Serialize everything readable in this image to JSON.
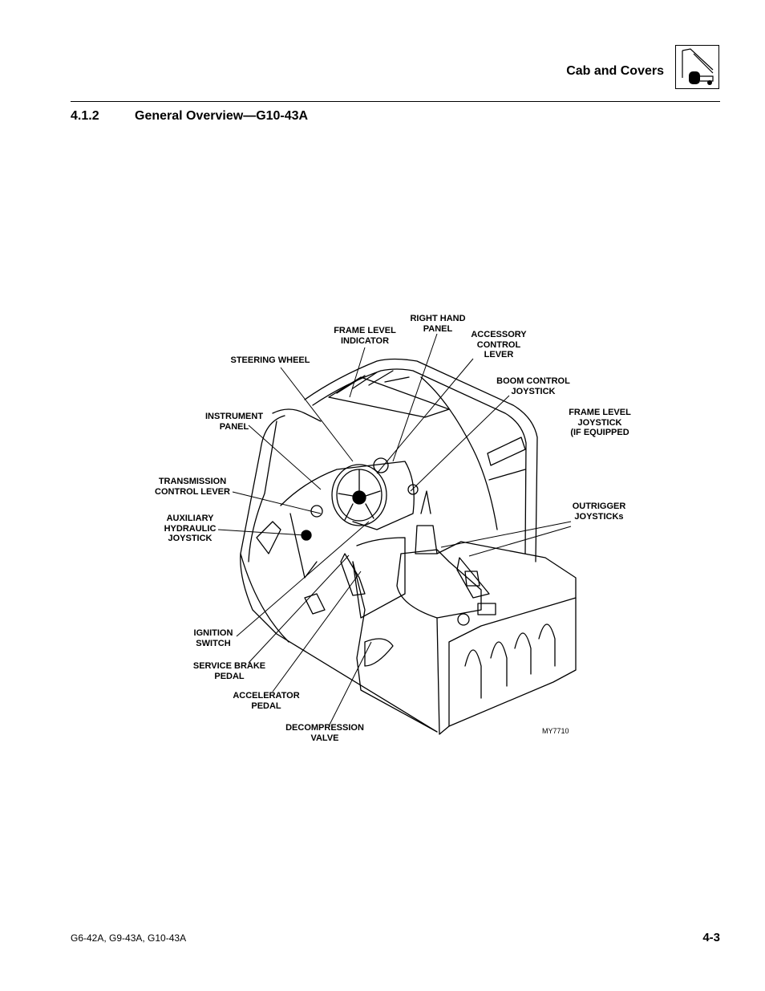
{
  "header": {
    "section_name": "Cab and Covers",
    "icon": "telehandler-icon"
  },
  "section": {
    "number": "4.1.2",
    "title": "General Overview—G10-43A"
  },
  "figure": {
    "id": "MY7710",
    "labels": {
      "right_hand_panel": [
        "RIGHT HAND",
        "PANEL"
      ],
      "frame_level_indicator": [
        "FRAME LEVEL",
        "INDICATOR"
      ],
      "accessory_control_lever": [
        "ACCESSORY",
        "CONTROL",
        "LEVER"
      ],
      "steering_wheel": [
        "STEERING WHEEL"
      ],
      "boom_control_joystick": [
        "BOOM CONTROL",
        "JOYSTICK"
      ],
      "instrument_panel": [
        "INSTRUMENT",
        "PANEL"
      ],
      "frame_level_joystick": [
        "FRAME LEVEL",
        "JOYSTICK",
        "(IF EQUIPPED"
      ],
      "transmission_control_lever": [
        "TRANSMISSION",
        "CONTROL LEVER"
      ],
      "outrigger_joysticks": [
        "OUTRIGGER",
        "JOYSTICKs"
      ],
      "auxiliary_hydraulic_joystick": [
        "AUXILIARY",
        "HYDRAULIC",
        "JOYSTICK"
      ],
      "ignition_switch": [
        "IGNITION",
        "SWITCH"
      ],
      "service_brake_pedal": [
        "SERVICE BRAKE",
        "PEDAL"
      ],
      "accelerator_pedal": [
        "ACCELERATOR",
        "PEDAL"
      ],
      "decompression_valve": [
        "DECOMPRESSION",
        "VALVE"
      ]
    }
  },
  "footer": {
    "models": "G6-42A, G9-43A, G10-43A",
    "page": "4-3"
  }
}
